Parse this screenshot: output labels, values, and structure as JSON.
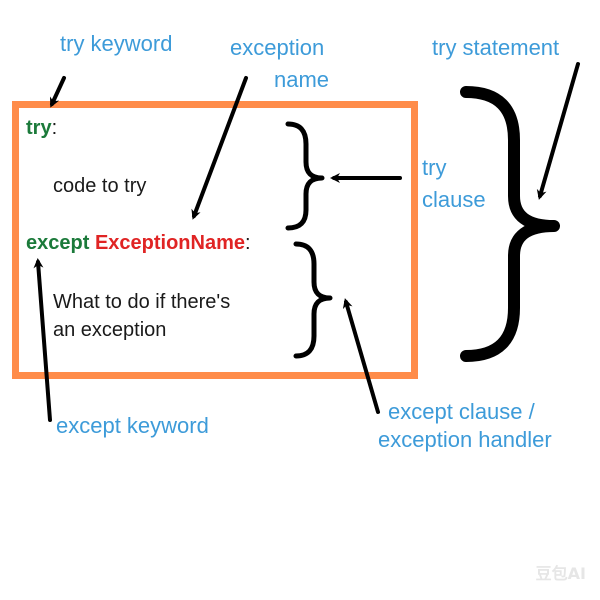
{
  "labels": {
    "try_keyword": "try keyword",
    "exception_name_line1": "exception",
    "exception_name_line2": "name",
    "try_statement": "try statement",
    "try_clause_line1": "try",
    "try_clause_line2": "clause",
    "except_keyword": "except keyword",
    "except_clause_line1": "except clause /",
    "except_clause_line2": "exception handler"
  },
  "code": {
    "try_kw": "try",
    "try_colon": ":",
    "try_body": "code to try",
    "except_kw": "except",
    "exception_name": "ExceptionName",
    "except_colon": ":",
    "except_body_line1": "What to do if there's",
    "except_body_line2": "an exception"
  },
  "watermark": "豆包AI",
  "colors": {
    "label_blue": "#3d9bd9",
    "box_orange": "#ff8c4a",
    "keyword_green": "#1b7a3a",
    "exception_red": "#e02424",
    "ink": "#000000"
  }
}
